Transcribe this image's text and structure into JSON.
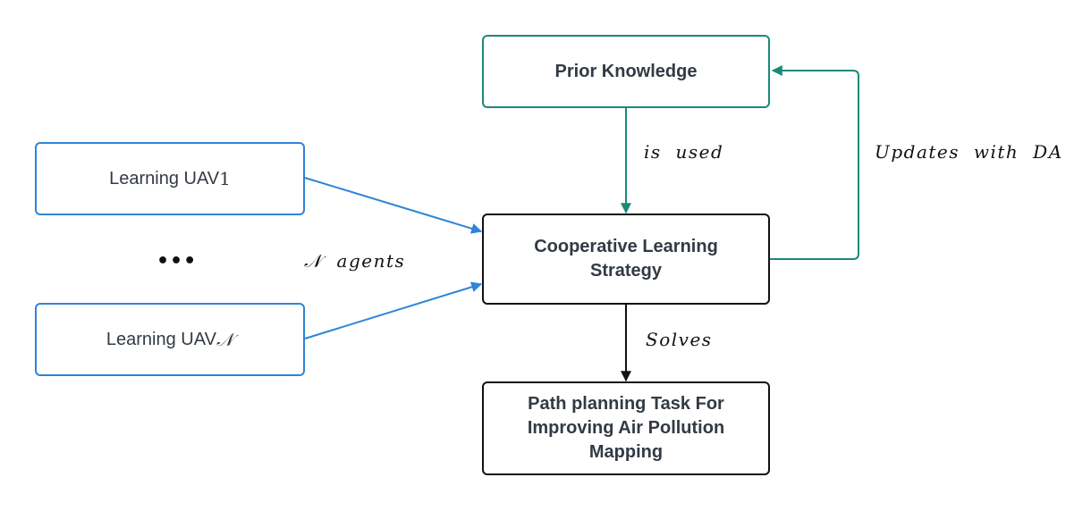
{
  "nodes": {
    "prior_knowledge": "Prior Knowledge",
    "cooperative_line1": "Cooperative Learning",
    "cooperative_line2": "Strategy",
    "path_line1": "Path planning Task For",
    "path_line2": "Improving Air Pollution",
    "path_line3": "Mapping",
    "uav1_text": "Learning UAV",
    "uav1_index": "1",
    "uavn_text": "Learning UAV",
    "uavn_index": "𝒩"
  },
  "edge_labels": {
    "is_used": "is used",
    "updates": "Updates with DA",
    "solves": "Solves",
    "agents_symbol": "𝒩",
    "agents_text": "agents"
  },
  "ellipsis": "•••",
  "colors": {
    "teal": "#1a8a78",
    "blue": "#2f84d6",
    "black": "#111111"
  }
}
